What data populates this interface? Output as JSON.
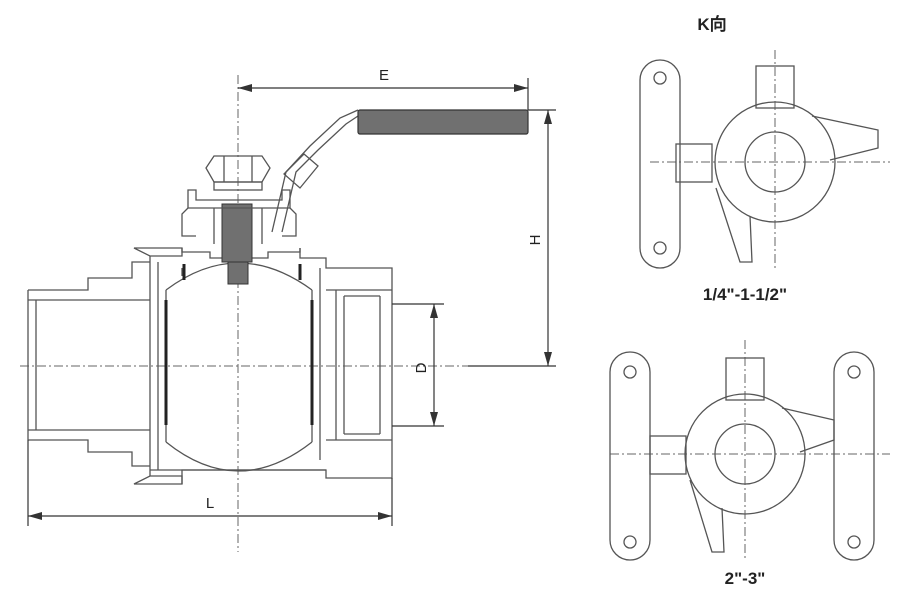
{
  "dimensions": {
    "E": "E",
    "H": "H",
    "D": "D",
    "L": "L"
  },
  "view_label": "K向",
  "caption_small": "1/4\"-1-1/2\"",
  "caption_large": "2\"-3\"",
  "colors": {
    "line": "#555555",
    "handle_grip": "#707070",
    "stem": "#707070",
    "background": "#ffffff"
  }
}
